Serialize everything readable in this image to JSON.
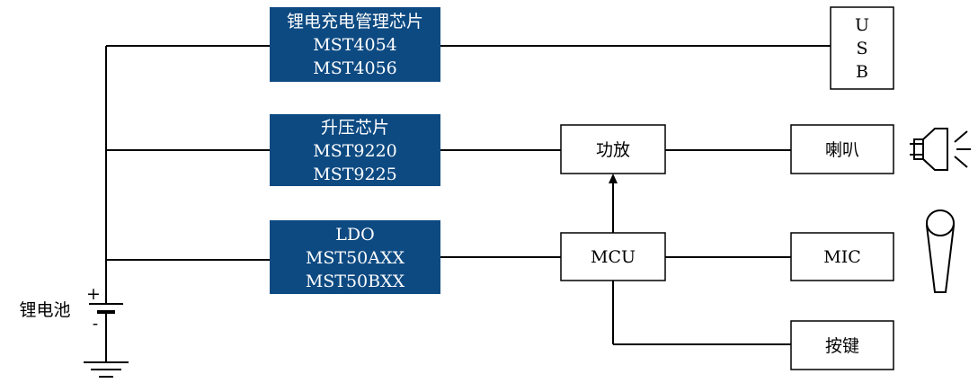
{
  "colors": {
    "chip_fill": "#0d4a82",
    "line": "#000000",
    "box_border": "#000000"
  },
  "chips": {
    "charger": {
      "line1": "锂电充电管理芯片",
      "line2": "MST4054",
      "line3": "MST4056"
    },
    "boost": {
      "line1": "升压芯片",
      "line2": "MST9220",
      "line3": "MST9225"
    },
    "ldo": {
      "line1": "LDO",
      "line2": "MST50AXX",
      "line3": "MST50BXX"
    }
  },
  "blocks": {
    "usb": {
      "l1": "U",
      "l2": "S",
      "l3": "B"
    },
    "amp": "功放",
    "mcu": "MCU",
    "speaker": "喇叭",
    "mic": "MIC",
    "keys": "按键"
  },
  "battery": {
    "label": "锂电池",
    "plus": "+",
    "minus": "-"
  },
  "icons": [
    "speaker-icon",
    "microphone-icon",
    "battery-symbol",
    "ground-symbol"
  ]
}
